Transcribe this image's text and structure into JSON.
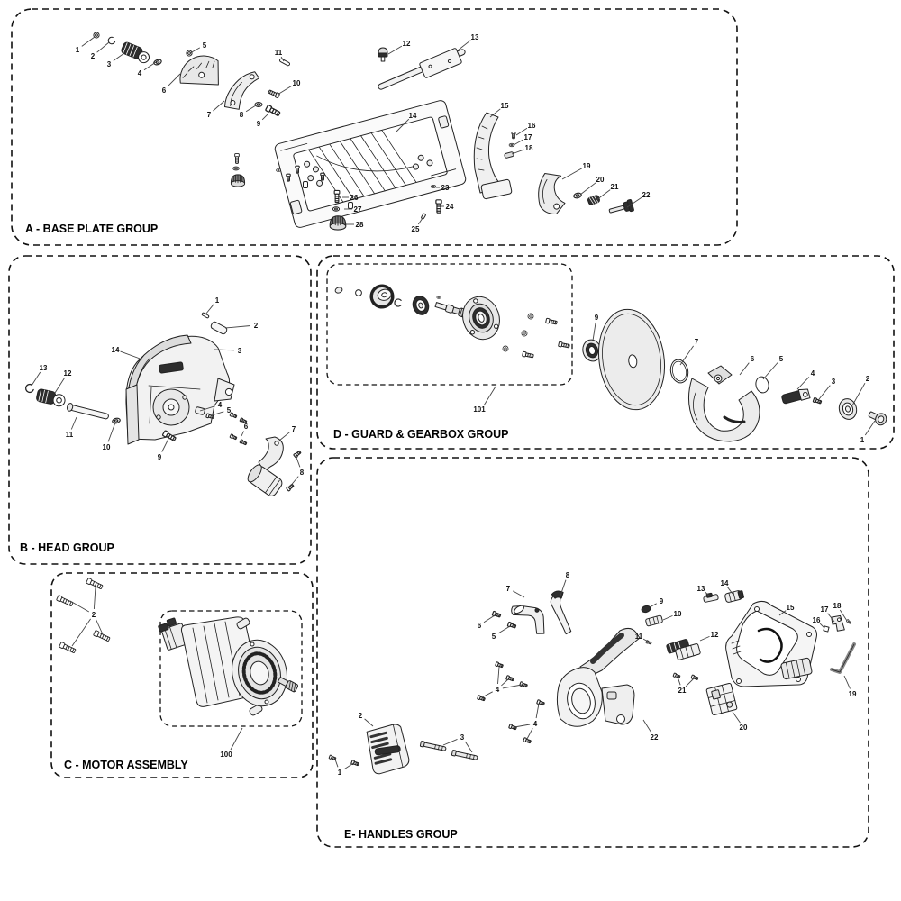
{
  "palette": {
    "background": "#ffffff",
    "line": "#222222",
    "fill_light": "#ececec",
    "fill_dark": "#2e2e2e",
    "blade_fill": "#ececec"
  },
  "groups": [
    {
      "id": "A",
      "label": "A - BASE PLATE GROUP",
      "callouts": [
        [
          "1",
          86,
          55,
          105,
          41
        ],
        [
          "2",
          103,
          62,
          121,
          47
        ],
        [
          "3",
          121,
          71,
          138,
          59
        ],
        [
          "4",
          155,
          81,
          173,
          69
        ],
        [
          "5",
          227,
          50,
          211,
          59
        ],
        [
          "6",
          182,
          100,
          200,
          82
        ],
        [
          "7",
          232,
          127,
          249,
          112
        ],
        [
          "8",
          268,
          127,
          284,
          117
        ],
        [
          "9",
          287,
          137,
          298,
          126
        ],
        [
          "10",
          329,
          92,
          308,
          105
        ],
        [
          "11",
          309,
          58,
          315,
          68
        ],
        [
          "12",
          451,
          48,
          431,
          60
        ],
        [
          "13",
          527,
          41,
          508,
          56
        ],
        [
          "14",
          458,
          128,
          440,
          146
        ],
        [
          "15",
          560,
          117,
          544,
          130
        ],
        [
          "16",
          590,
          139,
          573,
          150
        ],
        [
          "17",
          586,
          152,
          570,
          161
        ],
        [
          "18",
          587,
          164,
          568,
          171
        ],
        [
          "19",
          651,
          184,
          624,
          199
        ],
        [
          "20",
          666,
          199,
          644,
          216
        ],
        [
          "21",
          682,
          207,
          662,
          222
        ],
        [
          "22",
          717,
          216,
          696,
          230
        ],
        [
          "23",
          494,
          208,
          484,
          208
        ],
        [
          "24",
          499,
          229,
          490,
          229
        ],
        [
          "25",
          461,
          254,
          469,
          242
        ],
        [
          "26",
          393,
          219,
          380,
          219
        ],
        [
          "27",
          397,
          232,
          382,
          232
        ],
        [
          "28",
          399,
          249,
          384,
          249
        ]
      ]
    },
    {
      "id": "B",
      "label": "B - HEAD GROUP",
      "callouts": [
        [
          "1",
          241,
          333,
          228,
          349
        ],
        [
          "2",
          284,
          361,
          250,
          364
        ],
        [
          "3",
          266,
          389,
          238,
          388
        ],
        [
          "4",
          244,
          449,
          222,
          456
        ],
        [
          "5",
          254,
          455,
          235,
          461
        ],
        [
          "6",
          273,
          473,
          268,
          464,
          268,
          484
        ],
        [
          "7",
          326,
          476,
          310,
          489
        ],
        [
          "8",
          335,
          524,
          328,
          505,
          321,
          541
        ],
        [
          "9",
          177,
          507,
          187,
          487
        ],
        [
          "10",
          118,
          496,
          128,
          469
        ],
        [
          "11",
          77,
          482,
          85,
          463
        ],
        [
          "12",
          75,
          414,
          61,
          436
        ],
        [
          "13",
          48,
          408,
          35,
          428
        ],
        [
          "14",
          128,
          388,
          158,
          399
        ]
      ]
    },
    {
      "id": "C",
      "label": "C - MOTOR ASSEMBLY",
      "callouts": [
        [
          "2",
          104,
          682,
          106,
          651,
          78,
          667,
          80,
          717,
          114,
          704
        ]
      ]
    },
    {
      "id": "D",
      "label": "D - GUARD & GEARBOX GROUP",
      "callouts": [
        [
          "9",
          662,
          352,
          658,
          378
        ],
        [
          "7",
          773,
          379,
          755,
          405
        ],
        [
          "6",
          835,
          398,
          821,
          416
        ],
        [
          "5",
          867,
          398,
          847,
          421
        ],
        [
          "4",
          902,
          414,
          885,
          432
        ],
        [
          "3",
          925,
          423,
          909,
          443
        ],
        [
          "2",
          963,
          420,
          946,
          450
        ],
        [
          "1",
          957,
          488,
          971,
          467
        ]
      ]
    },
    {
      "id": "E",
      "label": "E- HANDLES GROUP",
      "callouts": [
        [
          "1",
          377,
          857,
          371,
          840,
          394,
          846
        ],
        [
          "2",
          400,
          794,
          414,
          806
        ],
        [
          "3",
          513,
          818,
          492,
          827,
          524,
          835
        ],
        [
          "4",
          552,
          765,
          554,
          740,
          564,
          754,
          579,
          760,
          535,
          774
        ],
        [
          "4",
          594,
          803,
          598,
          781,
          585,
          820,
          571,
          807
        ],
        [
          "5",
          548,
          706,
          566,
          695
        ],
        [
          "6",
          532,
          694,
          549,
          683
        ],
        [
          "7",
          564,
          653,
          582,
          663
        ],
        [
          "8",
          630,
          638,
          622,
          661
        ],
        [
          "9",
          734,
          667,
          721,
          674
        ],
        [
          "10",
          752,
          681,
          736,
          688
        ],
        [
          "11",
          709,
          706,
          719,
          712
        ],
        [
          "12",
          793,
          704,
          777,
          711
        ],
        [
          "13",
          778,
          653,
          788,
          662
        ],
        [
          "14",
          804,
          647,
          813,
          659
        ],
        [
          "15",
          877,
          674,
          865,
          683
        ],
        [
          "16",
          906,
          688,
          915,
          697
        ],
        [
          "17",
          915,
          676,
          926,
          690
        ],
        [
          "18",
          929,
          672,
          940,
          689
        ],
        [
          "19",
          946,
          770,
          937,
          750
        ],
        [
          "20",
          825,
          807,
          813,
          790
        ],
        [
          "21",
          757,
          766,
          752,
          751,
          770,
          753
        ],
        [
          "22",
          726,
          818,
          714,
          799
        ]
      ]
    }
  ],
  "subassemblies": [
    {
      "id": "101",
      "label": "101"
    },
    {
      "id": "100",
      "label": "100"
    }
  ]
}
